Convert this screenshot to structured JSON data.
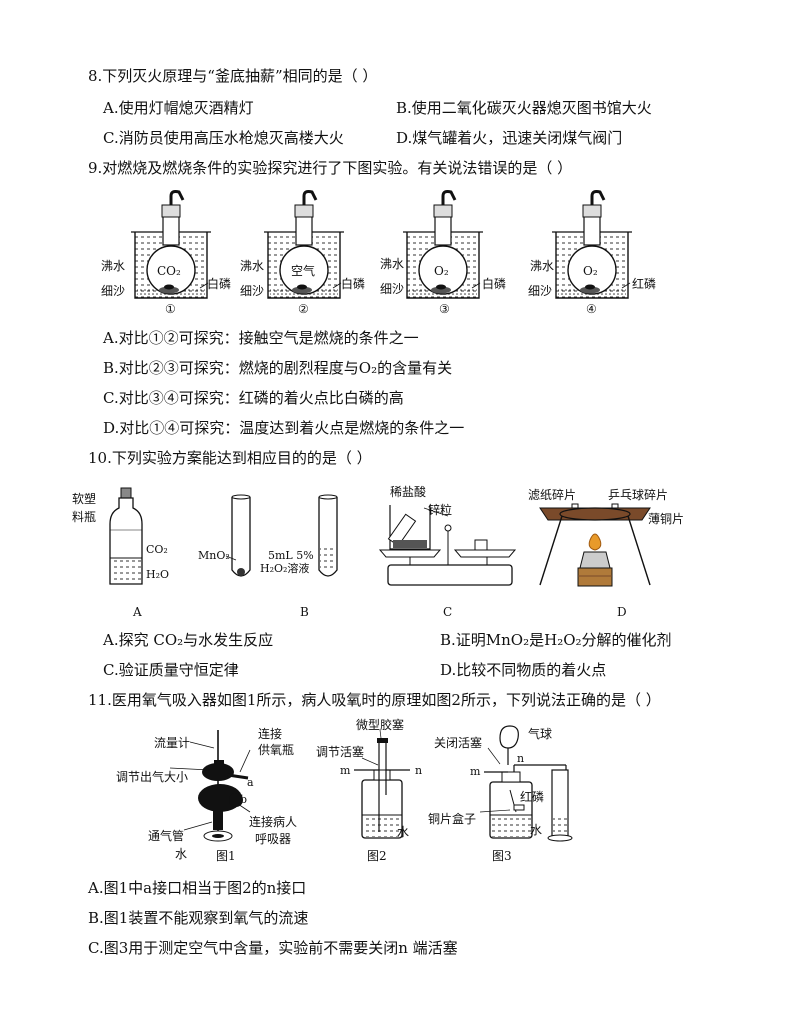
{
  "q8": {
    "stem": "8.下列灭火原理与“釜底抽薪”相同的是（      ）",
    "options": {
      "A": "A.使用灯帽熄灭酒精灯",
      "B": "B.使用二氧化碳灭火器熄灭图书馆大火",
      "C": "C.消防员使用高压水枪熄灭高楼大火",
      "D": "D.煤气罐着火，迅速关闭煤气阀门"
    }
  },
  "q9": {
    "stem": "9.对燃烧及燃烧条件的实验探究进行了下图实验。有关说法错误的是（      ）",
    "figure": {
      "boiling_water": "沸水",
      "fine_sand": "细沙",
      "white_p": "白磷",
      "red_p": "红磷",
      "gas1": "CO₂",
      "gas2": "空气",
      "gas3": "O₂",
      "gas4": "O₂",
      "num1": "①",
      "num2": "②",
      "num3": "③",
      "num4": "④"
    },
    "options": {
      "A": "A.对比①②可探究：接触空气是燃烧的条件之一",
      "B": "B.对比②③可探究：燃烧的剧烈程度与O₂的含量有关",
      "C": "C.对比③④可探究：红磷的着火点比白磷的高",
      "D": "D.对比①④可探究：温度达到着火点是燃烧的条件之一"
    }
  },
  "q10": {
    "stem": "10.下列实验方案能达到相应目的的是（      ）",
    "figure": {
      "bottle_line1": "软塑",
      "bottle_line2": "料瓶",
      "co2": "CO₂",
      "h2o": "H₂O",
      "mno2": "MnO₂",
      "h2o2_line1": "5mL 5%",
      "h2o2_line2": "H₂O₂溶液",
      "acid": "稀盐酸",
      "zinc": "锌粒",
      "paper": "滤纸碎片",
      "pingpong": "乒乓球碎片",
      "copper": "薄铜片",
      "label_a": "A",
      "label_b": "B",
      "label_c": "C",
      "label_d": "D"
    },
    "options": {
      "A": "A.探究  CO₂与水发生反应",
      "B": "B.证明MnO₂是H₂O₂分解的催化剂",
      "C": "C.验证质量守恒定律",
      "D": "D.比较不同物质的着火点"
    }
  },
  "q11": {
    "stem": "11.医用氧气吸入器如图1所示，病人吸氧时的原理如图2所示，下列说法正确的是（      ）",
    "figure": {
      "flowmeter": "流量计",
      "connect1": "连接",
      "connect2": "供氧瓶",
      "adjust": "调节出气大小",
      "port_a": "a",
      "port_b": "b",
      "patient1": "连接病人",
      "patient2": "呼吸器",
      "tube": "通气管",
      "water1": "水",
      "fig1": "图1",
      "plug": "微型胶塞",
      "valve": "调节活塞",
      "m2": "m",
      "n2": "n",
      "water2": "水",
      "fig2": "图2",
      "close_valve": "关闭活塞",
      "balloon": "气球",
      "m3": "m",
      "n3": "n",
      "red_p": "红磷",
      "copper_box": "铜片盒子",
      "water3": "水",
      "fig3": "图3"
    },
    "options": {
      "A": "A.图1中a接口相当于图2的n接口",
      "B": "B.图1装置不能观察到氧气的流速",
      "C": "C.图3用于测定空气中含量，实验前不需要关闭n  端活塞"
    }
  }
}
